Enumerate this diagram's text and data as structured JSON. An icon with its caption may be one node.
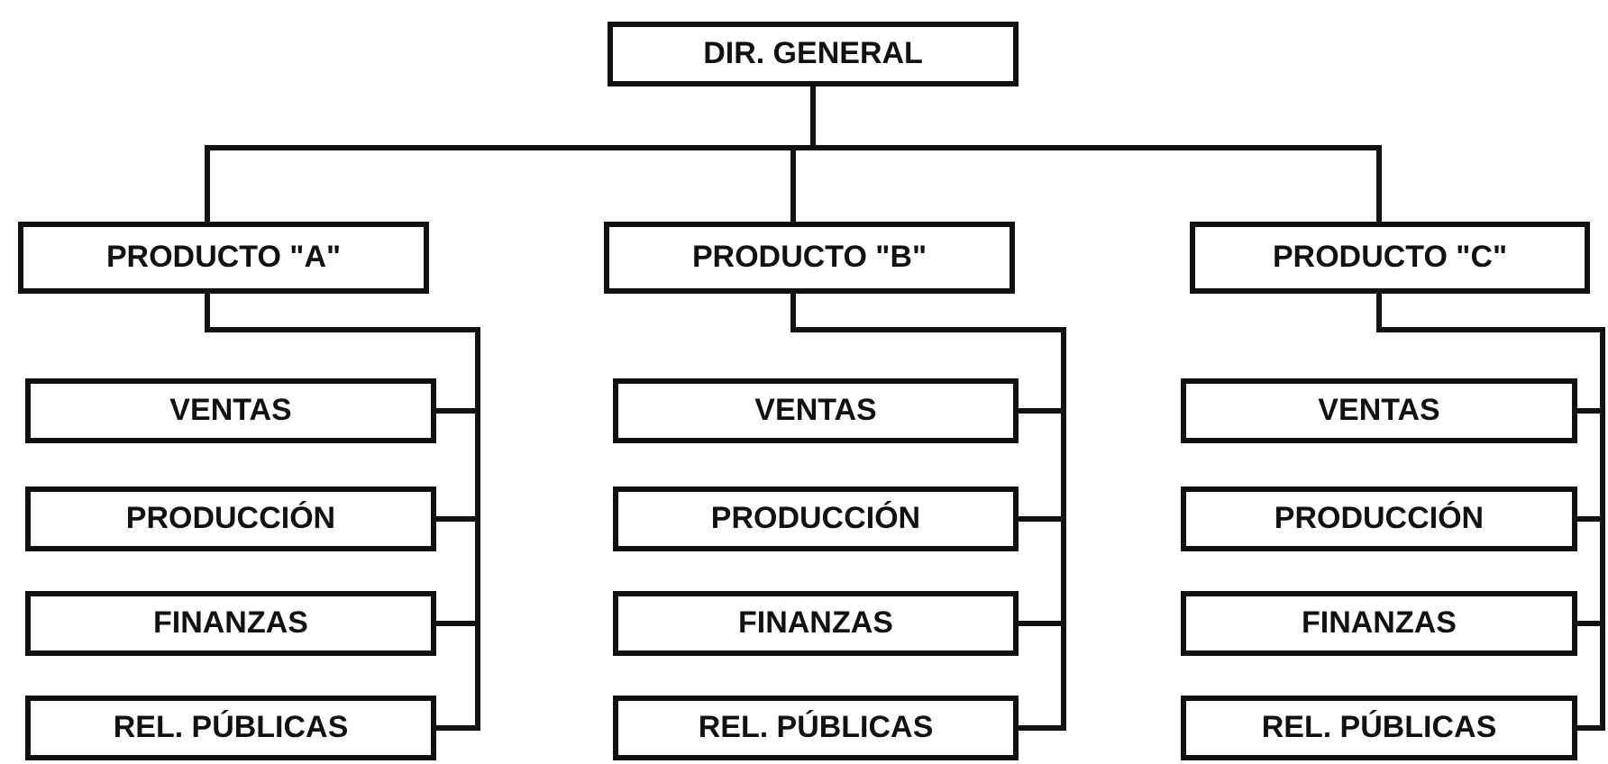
{
  "diagram": {
    "nodes": [
      {
        "text": [
          "DIR. GENERAL"
        ]
      },
      {
        "text": [
          "PRODUCTO \"A\""
        ]
      },
      {
        "text": [
          "PRODUCTO \"B\""
        ]
      },
      {
        "text": [
          "PRODUCTO \"C\""
        ]
      },
      {
        "text": [
          "VENTAS"
        ]
      },
      {
        "text": [
          "PRODUCCIÓN"
        ]
      },
      {
        "text": [
          "FINANZAS"
        ]
      },
      {
        "text": [
          "REL. PÚBLICAS"
        ]
      },
      {
        "text": [
          "VENTAS"
        ]
      },
      {
        "text": [
          "PRODUCCIÓN"
        ]
      },
      {
        "text": [
          "FINANZAS"
        ]
      },
      {
        "text": [
          "REL. PÚBLICAS"
        ]
      },
      {
        "text": [
          "VENTAS"
        ]
      },
      {
        "text": [
          "PRODUCCIÓN"
        ]
      },
      {
        "text": [
          "FINANZAS"
        ]
      },
      {
        "text": [
          "REL. PÚBLICAS"
        ]
      }
    ],
    "edges": [
      {
        "from": 0,
        "to": 1,
        "arrow": "none"
      },
      {
        "from": 0,
        "to": 2,
        "arrow": "none"
      },
      {
        "from": 0,
        "to": 3,
        "arrow": "none"
      },
      {
        "from": 1,
        "to": 4,
        "arrow": "none"
      },
      {
        "from": 1,
        "to": 5,
        "arrow": "none"
      },
      {
        "from": 1,
        "to": 6,
        "arrow": "none"
      },
      {
        "from": 1,
        "to": 7,
        "arrow": "none"
      },
      {
        "from": 2,
        "to": 8,
        "arrow": "none"
      },
      {
        "from": 2,
        "to": 9,
        "arrow": "none"
      },
      {
        "from": 2,
        "to": 10,
        "arrow": "none"
      },
      {
        "from": 2,
        "to": 11,
        "arrow": "none"
      },
      {
        "from": 3,
        "to": 12,
        "arrow": "none"
      },
      {
        "from": 3,
        "to": 13,
        "arrow": "none"
      },
      {
        "from": 3,
        "to": 14,
        "arrow": "none"
      },
      {
        "from": 3,
        "to": 15,
        "arrow": "none"
      }
    ]
  }
}
